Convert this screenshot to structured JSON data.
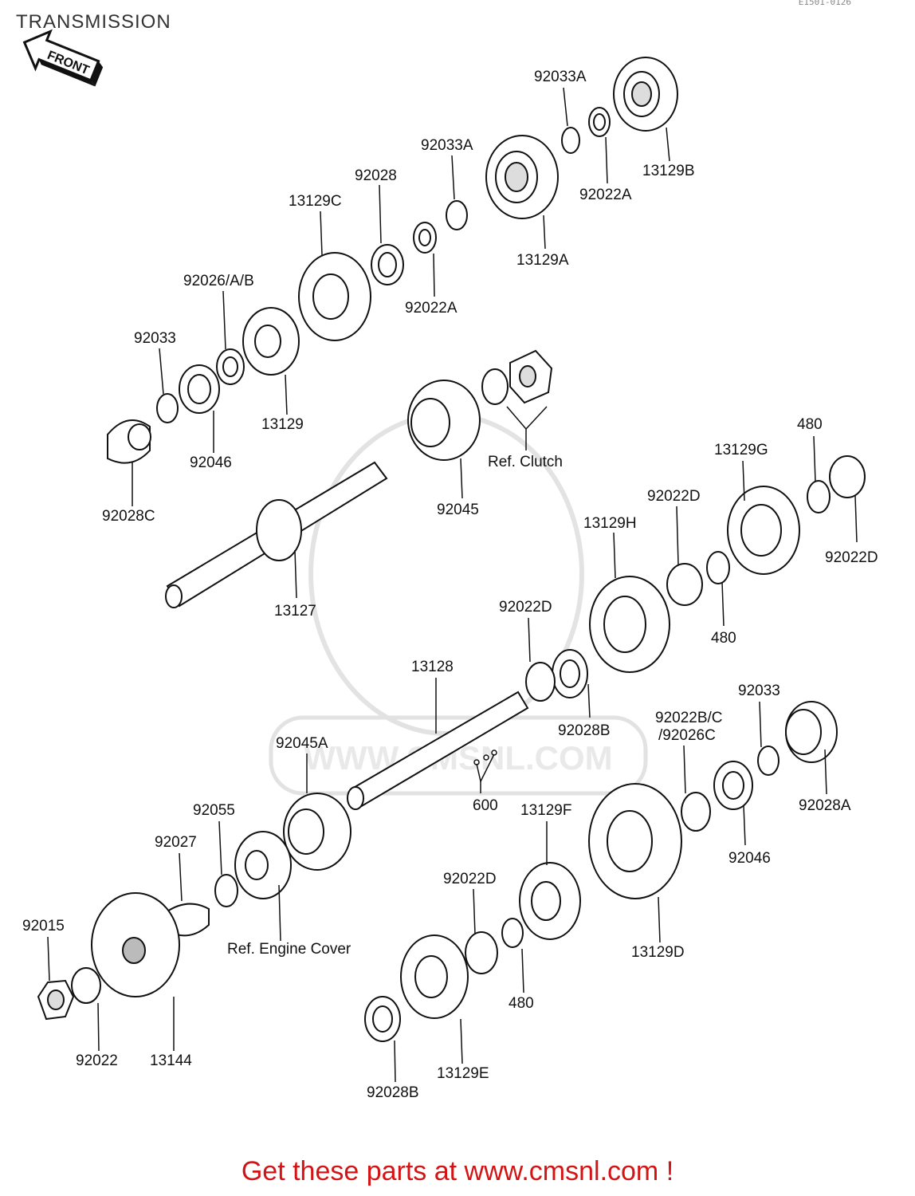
{
  "header": {
    "title": "TRANSMISSION",
    "drawing_ref": "E1501-0126"
  },
  "front_arrow": {
    "text": "FRONT"
  },
  "watermark": {
    "text": "WWW.CMSNL.COM"
  },
  "footer": {
    "text": "Get these parts at www.cmsnl.com !"
  },
  "parts": {
    "p92033A_a": "92033A",
    "p13129B": "13129B",
    "p92033A_b": "92033A",
    "p92022A_a": "92022A",
    "p92028": "92028",
    "p13129C": "13129C",
    "p13129A": "13129A",
    "p92022A_b": "92022A",
    "p92026AB": "92026/A/B",
    "p92033": "92033",
    "p13129": "13129",
    "p92046_a": "92046",
    "p92028C": "92028C",
    "ref_clutch": "Ref. Clutch",
    "p92045": "92045",
    "p13127": "13127",
    "p13129G": "13129G",
    "p480_a": "480",
    "p92022D_a": "92022D",
    "p13129H": "13129H",
    "p92022D_b": "92022D",
    "p480_b": "480",
    "p92022D_c": "92022D",
    "p13128": "13128",
    "p92028B_a": "92028B",
    "p92033_b": "92033",
    "p92022BC_1": "92022B/C",
    "p92022BC_2": "/92026C",
    "p92045A": "92045A",
    "p600": "600",
    "p92028A": "92028A",
    "p92055": "92055",
    "p92027": "92027",
    "p13129F": "13129F",
    "p92046_b": "92046",
    "p92015": "92015",
    "p92022D_d": "92022D",
    "ref_engine": "Ref. Engine Cover",
    "p13129D": "13129D",
    "p480_c": "480",
    "p92022": "92022",
    "p13144": "13144",
    "p13129E": "13129E",
    "p92028B_b": "92028B"
  }
}
